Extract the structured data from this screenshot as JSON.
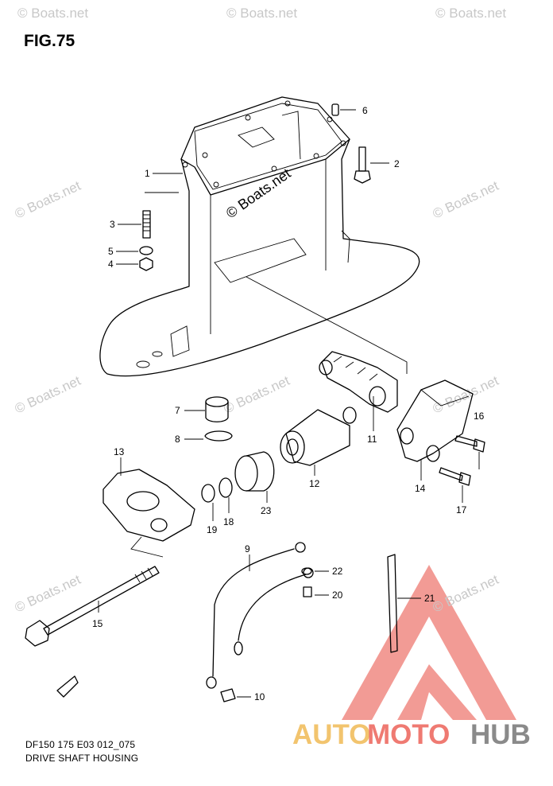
{
  "figure": {
    "title": "FIG.75",
    "code": "DF150 175 E03 012_075",
    "name": "DRIVE SHAFT HOUSING"
  },
  "watermark": {
    "text": "© Boats.net",
    "color": "#c8c8c8"
  },
  "callouts": [
    "1",
    "2",
    "3",
    "4",
    "5",
    "6",
    "7",
    "8",
    "9",
    "10",
    "11",
    "12",
    "13",
    "14",
    "15",
    "16",
    "17",
    "19",
    "18",
    "20",
    "21",
    "22",
    "23"
  ],
  "brand": {
    "part1": "AUTO",
    "part2": "MOTO",
    "part3": "HUB",
    "color_auto": "#f2c46e",
    "color_moto": "#ef7a72",
    "color_hub": "#8a8a8a",
    "logo_color": "#f08a82"
  }
}
